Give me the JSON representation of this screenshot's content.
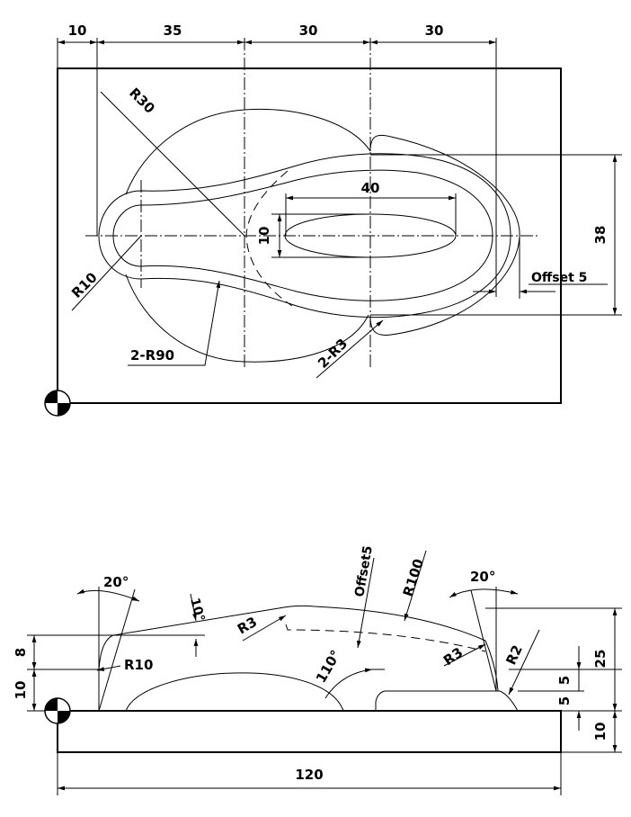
{
  "top_view": {
    "dim_10": "10",
    "dim_35": "35",
    "dim_30a": "30",
    "dim_30b": "30",
    "dim_40": "40",
    "dim_10_vertical": "10",
    "dim_38": "38",
    "label_r30": "R30",
    "label_r10": "R10",
    "label_2r90": "2-R90",
    "label_2r3": "2-R3",
    "label_offset5": "Offset 5"
  },
  "side_view": {
    "angle_20_left": "20°",
    "angle_10": "10°",
    "angle_20_right": "20°",
    "angle_110": "110°",
    "label_r3_left": "R3",
    "label_r10": "R10",
    "label_offset5": "Offset5",
    "label_r100": "R100",
    "label_r3_right": "R3",
    "label_r2": "R2",
    "dim_8": "8",
    "dim_10_left": "10",
    "dim_25": "25",
    "dim_5a": "5",
    "dim_5b": "5",
    "dim_10_right": "10",
    "dim_120": "120"
  }
}
